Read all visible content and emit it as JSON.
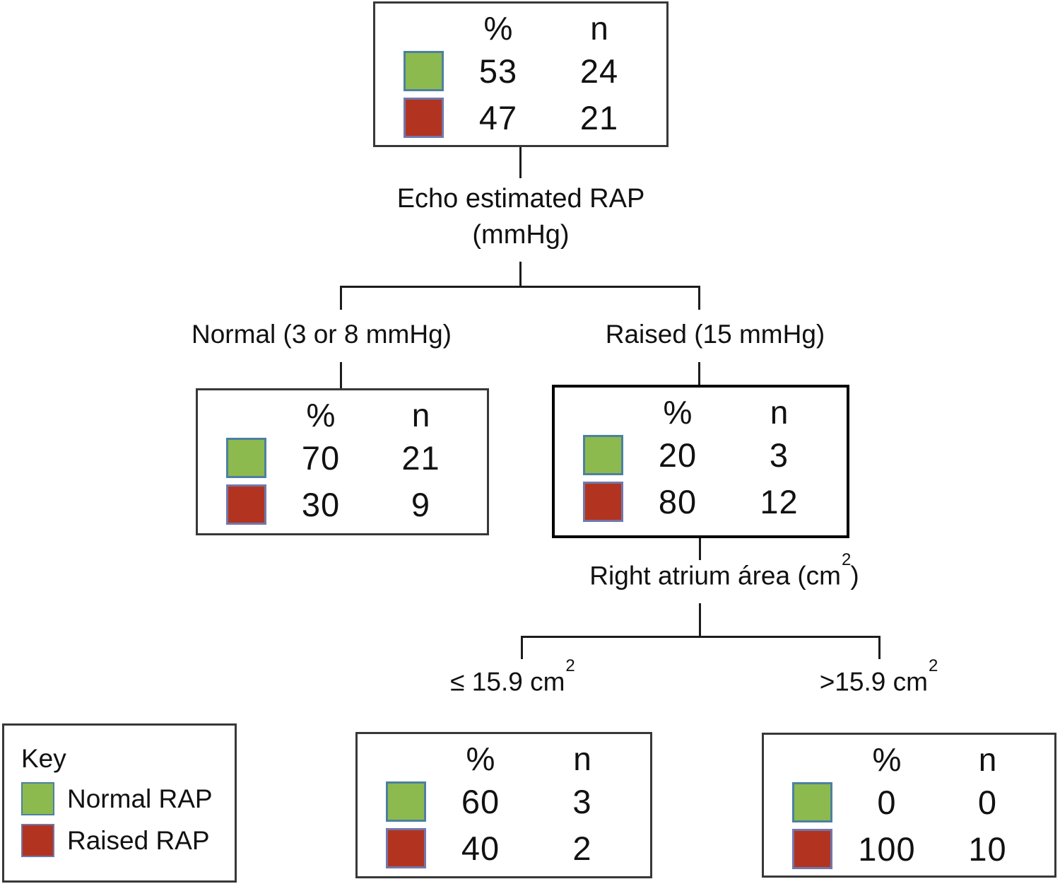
{
  "palette": {
    "green": "#8cba4f",
    "green_border": "#4d80a0",
    "red": "#b23420",
    "red_border": "#7277ab",
    "line": "#1c1c1c",
    "box_border": "#383838",
    "highlight_box_border": "#000000"
  },
  "columns": {
    "pct": "%",
    "n": "n"
  },
  "nodes": {
    "root": {
      "rows": [
        {
          "color": "green",
          "pct": "53",
          "n": "24"
        },
        {
          "color": "red",
          "pct": "47",
          "n": "21"
        }
      ]
    },
    "normal": {
      "rows": [
        {
          "color": "green",
          "pct": "70",
          "n": "21"
        },
        {
          "color": "red",
          "pct": "30",
          "n": "9"
        }
      ]
    },
    "raised": {
      "rows": [
        {
          "color": "green",
          "pct": "20",
          "n": "3"
        },
        {
          "color": "red",
          "pct": "80",
          "n": "12"
        }
      ]
    },
    "area_le": {
      "rows": [
        {
          "color": "green",
          "pct": "60",
          "n": "3"
        },
        {
          "color": "red",
          "pct": "40",
          "n": "2"
        }
      ]
    },
    "area_gt": {
      "rows": [
        {
          "color": "green",
          "pct": "0",
          "n": "0"
        },
        {
          "color": "red",
          "pct": "100",
          "n": "10"
        }
      ]
    }
  },
  "splits": {
    "rap": {
      "title": "Echo estimated RAP",
      "unit": "(mmHg)",
      "left_label": "Normal (3 or 8 mmHg)",
      "right_label": "Raised (15 mmHg)"
    },
    "area": {
      "title_prefix": "Right atrium área (cm",
      "sup": "2",
      "title_suffix": ")",
      "left_prefix": "≤ 15.9 cm",
      "right_prefix": ">15.9 cm"
    }
  },
  "key": {
    "title": "Key",
    "items": [
      {
        "color": "green",
        "label": "Normal RAP"
      },
      {
        "color": "red",
        "label": "Raised RAP"
      }
    ]
  }
}
